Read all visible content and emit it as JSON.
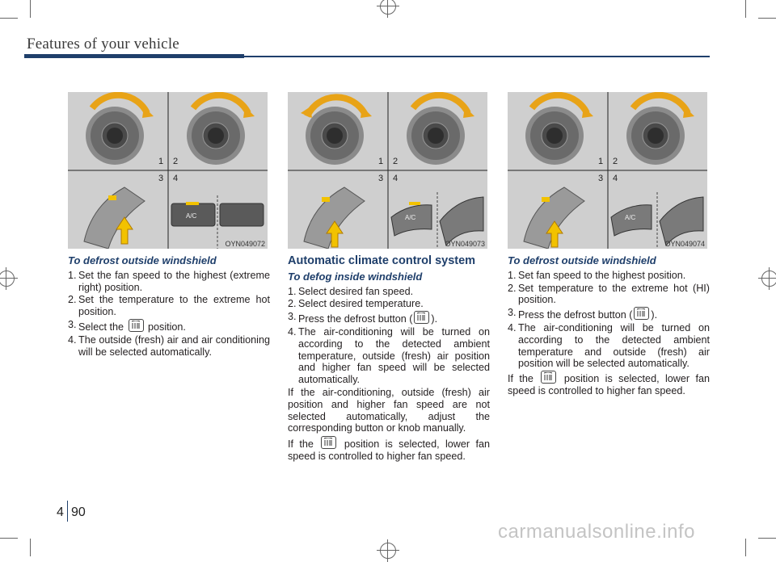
{
  "header": {
    "title": "Features of your vehicle"
  },
  "figures": [
    {
      "code": "OYN049072",
      "panel_labels": [
        "1",
        "2",
        "3",
        "4"
      ],
      "ac_label": "A/C"
    },
    {
      "code": "OYN049073",
      "panel_labels": [
        "1",
        "2",
        "3",
        "4"
      ],
      "ac_label": "A/C"
    },
    {
      "code": "OYN049074",
      "panel_labels": [
        "1",
        "2",
        "3",
        "4"
      ],
      "ac_label": "A/C"
    }
  ],
  "col1": {
    "heading": "To defrost outside windshield",
    "steps": [
      {
        "n": "1.",
        "text": "Set the fan speed to the highest (extreme right) position."
      },
      {
        "n": "2.",
        "text": "Set the temperature to the extreme hot position."
      },
      {
        "n": "3.",
        "text_before": "Select the",
        "text_after": "position."
      },
      {
        "n": "4.",
        "text": "The outside (fresh) air and air conditioning will be selected automatically."
      }
    ]
  },
  "col2": {
    "section": "Automatic climate control system",
    "heading": "To defog inside windshield",
    "steps": [
      {
        "n": "1.",
        "text": "Select desired fan speed."
      },
      {
        "n": "2.",
        "text": "Select desired temperature."
      },
      {
        "n": "3.",
        "text_before": "Press the defrost button (",
        "text_after": ")."
      },
      {
        "n": "4.",
        "text": "The air-conditioning will be turned on according to the detected ambient temperature, outside (fresh) air position and higher fan speed will be selected automatically."
      }
    ],
    "para1": "If the air-conditioning, outside (fresh) air position and higher fan speed are not selected automatically, adjust the corresponding button or knob manually.",
    "para2_before": "If the",
    "para2_after": "position is selected, lower fan speed is controlled to higher fan speed."
  },
  "col3": {
    "heading": "To defrost outside windshield",
    "steps": [
      {
        "n": "1.",
        "text": "Set fan speed to the highest position."
      },
      {
        "n": "2.",
        "text": "Set temperature to the extreme hot (HI) position."
      },
      {
        "n": "3.",
        "text_before": "Press the defrost button (",
        "text_after": ")."
      },
      {
        "n": "4.",
        "text": "The air-conditioning will be turned on according to the detected ambient temperature and outside (fresh) air position will be selected automatically."
      }
    ],
    "para_before": "If the",
    "para_after": "position is selected, lower fan speed is controlled to higher fan speed."
  },
  "footer": {
    "chapter": "4",
    "page": "90"
  },
  "watermark": "carmanualsonline.info",
  "colors": {
    "accent": "#1f3f6b",
    "figure_bg": "#cfcfcf",
    "arrow_orange": "#e8a317",
    "indicator": "#f2c200"
  },
  "icons": [
    "defrost-icon",
    "ac-button-icon",
    "recirculation-icon",
    "arrow-icon",
    "knob-icon"
  ]
}
